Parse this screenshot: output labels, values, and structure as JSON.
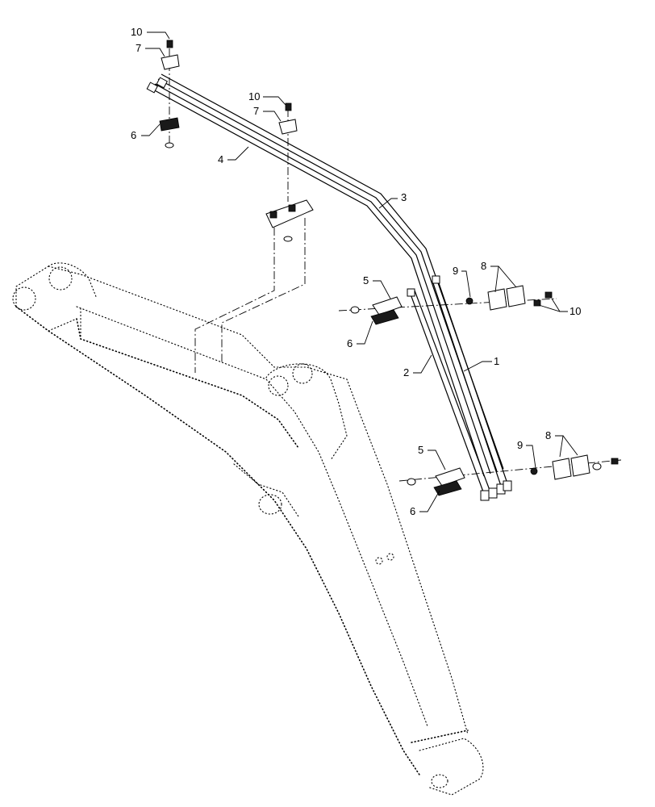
{
  "callouts": {
    "c10a": "10",
    "c7a": "7",
    "c6a": "6",
    "c4": "4",
    "c10b": "10",
    "c7b": "7",
    "c3": "3",
    "c5a": "5",
    "c6b": "6",
    "c9a": "9",
    "c8a": "8",
    "c10c": "10",
    "c2": "2",
    "c1": "1",
    "c5b": "5",
    "c6c": "6",
    "c9b": "9",
    "c8b": "8"
  }
}
